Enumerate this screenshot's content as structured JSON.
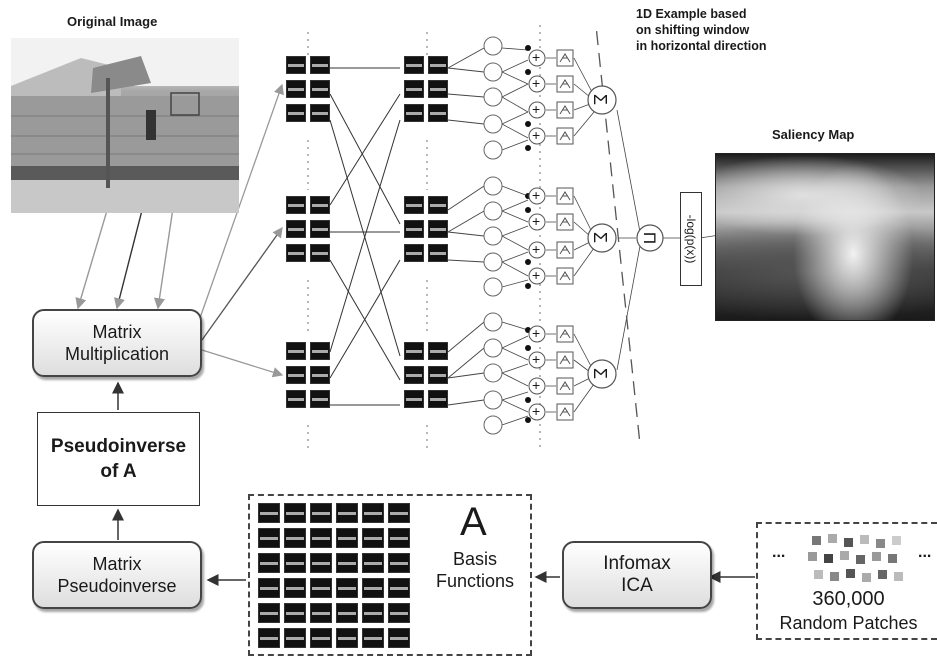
{
  "labels": {
    "original_image": "Original Image",
    "example_note": [
      "1D Example based",
      "on shifting window",
      "in horizontal direction"
    ],
    "saliency_map": "Saliency Map",
    "neg_log": "-log(p(x))"
  },
  "boxes": {
    "matrix_multiplication": [
      "Matrix",
      "Multiplication"
    ],
    "pseudoinverse_of_a": [
      "Pseudoinverse",
      "of A"
    ],
    "matrix_pseudoinverse": [
      "Matrix",
      "Pseudoinverse"
    ],
    "infomax_ica": [
      "Infomax",
      "ICA"
    ]
  },
  "basis_functions": {
    "letter": "A",
    "label": [
      "Basis",
      "Functions"
    ]
  },
  "patches": {
    "count": "360,000",
    "label": "Random Patches",
    "ellipsis": "..."
  },
  "symbols": {
    "sum": "Σ",
    "product": "Π",
    "plus": "+",
    "vertical_dots": "⋮"
  }
}
